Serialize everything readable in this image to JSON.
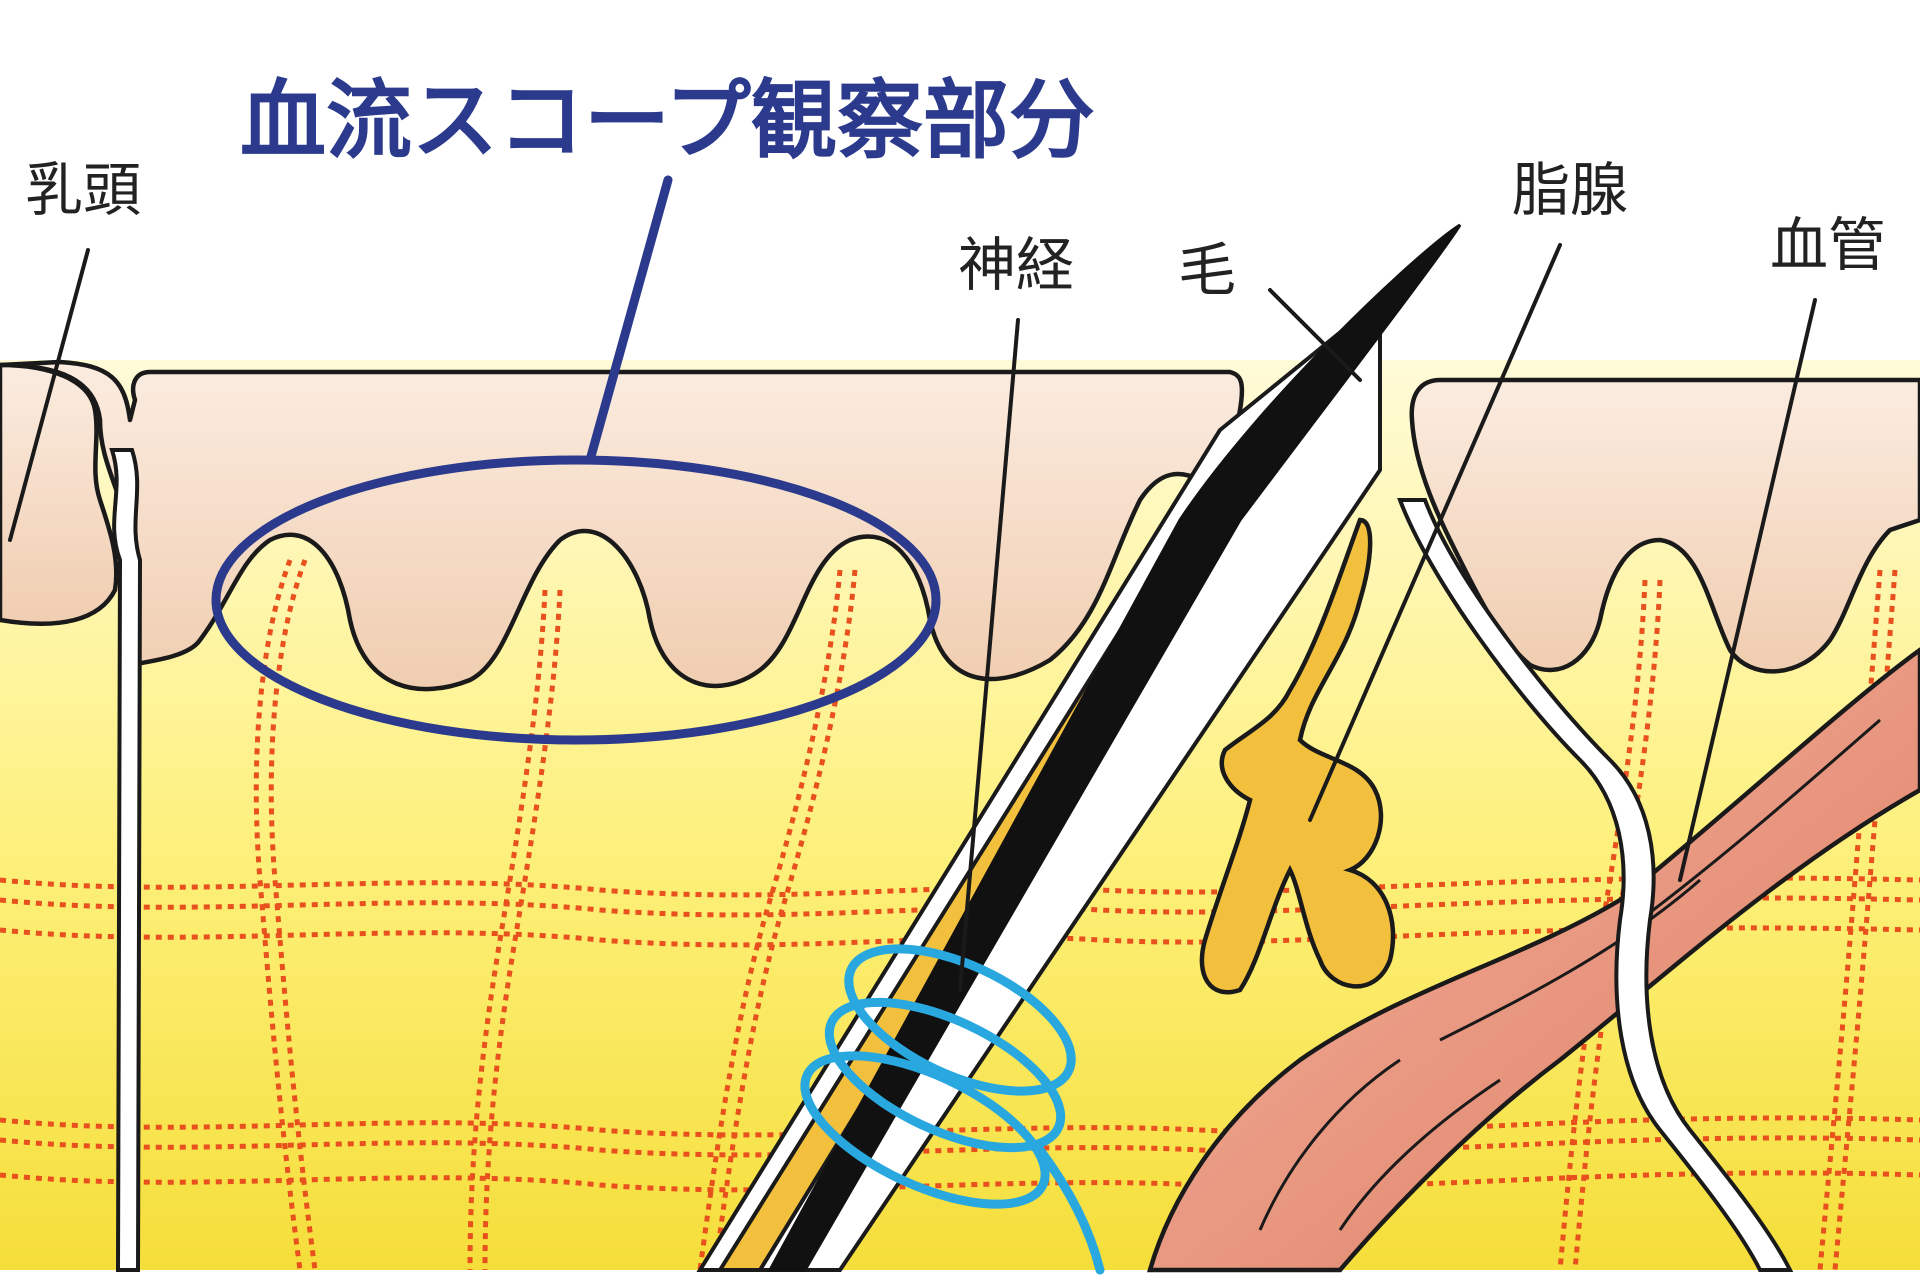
{
  "title": "血流スコープ観察部分",
  "labels": {
    "papilla": "乳頭",
    "nerve": "神経",
    "hair": "毛",
    "sebaceous_gland": "脂腺",
    "blood_vessel": "血管"
  },
  "colors": {
    "title": "#2b3a8c",
    "observation_ellipse": "#2b3a8c",
    "epidermis": "#f3d9c2",
    "dermis_top": "#fff6c0",
    "dermis_bottom": "#f6e14a",
    "blood_vessel_dots": "#e8501e",
    "nerve_coil": "#29a8e0",
    "sebaceous_gland": "#f2c03c",
    "hair": "#111111",
    "muscle": "#e59479"
  }
}
